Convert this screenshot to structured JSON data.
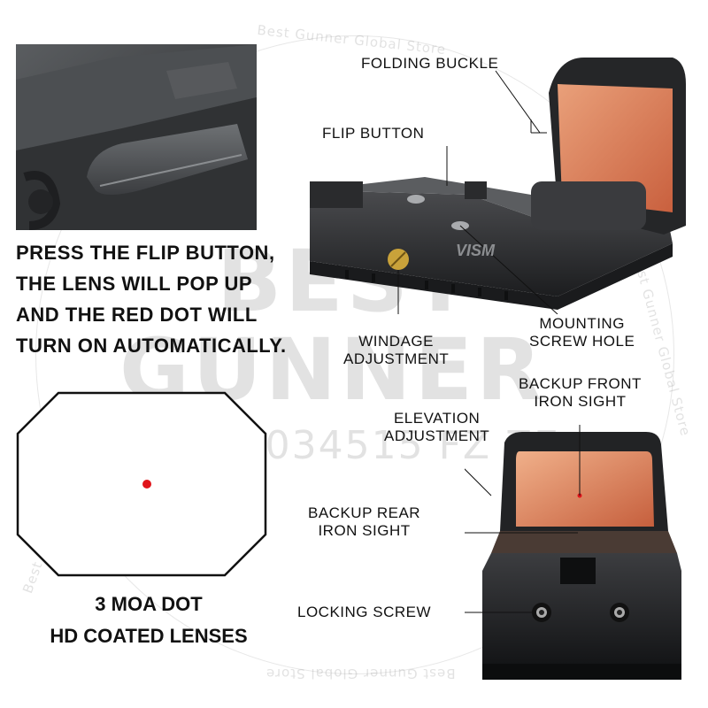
{
  "headline": [
    "PRESS THE FLIP BUTTON,",
    "THE LENS WILL POP UP",
    "AND THE RED DOT WILL",
    "TURN ON AUTOMATICALLY."
  ],
  "dot_caption": [
    "3 MOA DOT",
    "HD COATED LENSES"
  ],
  "callouts": {
    "folding_buckle": "FOLDING BUCKLE",
    "flip_button": "FLIP BUTTON",
    "mounting_screw_hole": [
      "MOUNTING",
      "SCREW HOLE"
    ],
    "windage_adjustment": [
      "WINDAGE",
      "ADJUSTMENT"
    ],
    "backup_front_iron_sight": [
      "BACKUP FRONT",
      "IRON SIGHT"
    ],
    "elevation_adjustment": [
      "ELEVATION",
      "ADJUSTMENT"
    ],
    "backup_rear_iron_sight": [
      "BACKUP REAR",
      "IRON SIGHT"
    ],
    "locking_screw": "LOCKING SCREW"
  },
  "brand_logo": "VISM",
  "watermark": {
    "store_arc": "Best Gunner Global Store",
    "big_top": "BEST",
    "big_bottom": "GUNNER",
    "code": "CN1084034515 FZ ZE"
  },
  "colors": {
    "red_dot": "#e0141a",
    "lens": "#d9805c",
    "body": "#2c2d2f",
    "brass": "#c9a23a"
  }
}
